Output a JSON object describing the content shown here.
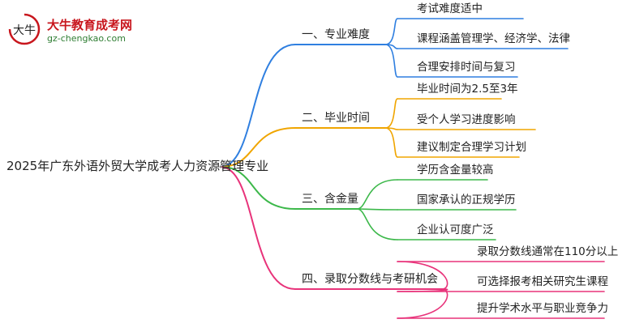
{
  "logo": {
    "title": "大牛教育成考网",
    "url": "gz-chengkao.com",
    "mark_text": "大牛"
  },
  "mindmap": {
    "root": "2025年广东外语外贸大学成考人力资源管理专业",
    "branches": [
      {
        "label": "一、专业难度",
        "color": "#2f7fe0",
        "leaves": [
          "考试难度适中",
          "课程涵盖管理学、经济学、法律",
          "合理安排时间与复习"
        ]
      },
      {
        "label": "二、毕业时间",
        "color": "#f0a500",
        "leaves": [
          "毕业时间为2.5至3年",
          "受个人学习进度影响",
          "建议制定合理学习计划"
        ]
      },
      {
        "label": "三、含金量",
        "color": "#3cb84a",
        "leaves": [
          "学历含金量较高",
          "国家承认的正规学历",
          "企业认可度广泛"
        ]
      },
      {
        "label": "四、录取分数线与考研机会",
        "color": "#e8337a",
        "leaves": [
          "录取分数线通常在110分以上",
          "可选择报考相关研究生课程",
          "提升学术水平与职业竞争力"
        ]
      }
    ]
  }
}
